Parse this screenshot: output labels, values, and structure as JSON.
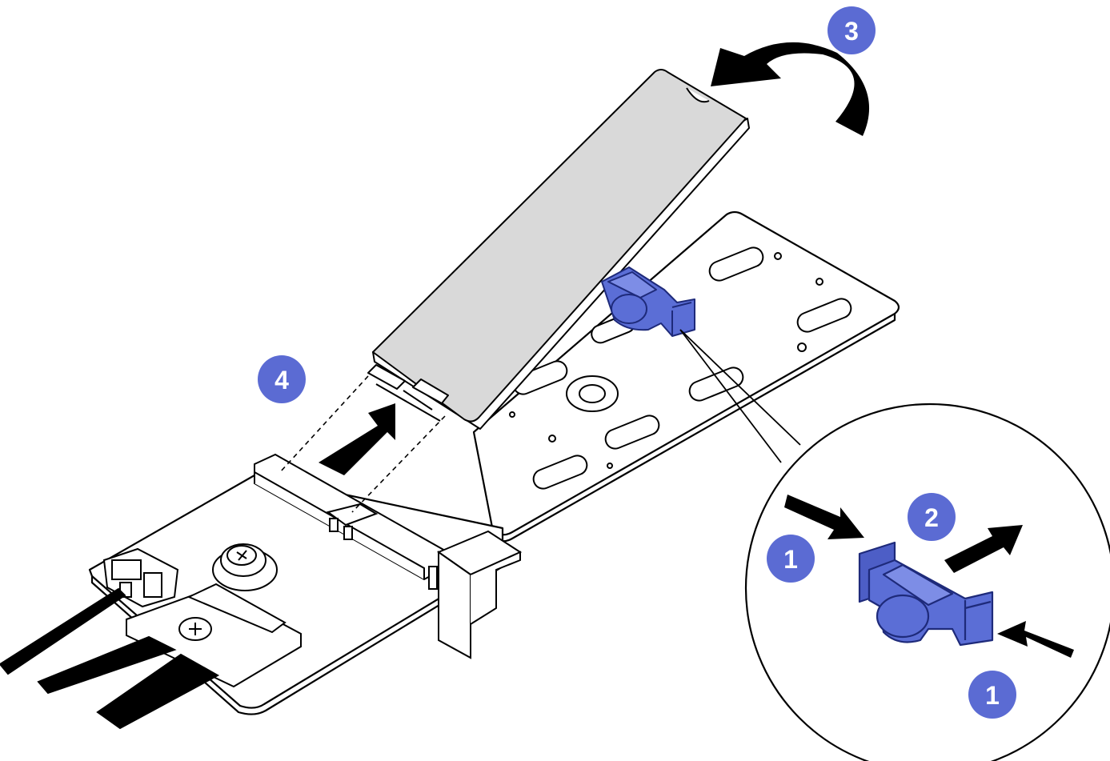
{
  "colors": {
    "step_badge": "#5b6bd3",
    "latch_blue": "#5b6ed6",
    "latch_outline": "#1e2a7a",
    "drive_gray": "#d9d9d9",
    "board_white": "#ffffff",
    "line_black": "#000000"
  },
  "steps": [
    {
      "label": "1"
    },
    {
      "label": "1"
    },
    {
      "label": "2"
    },
    {
      "label": "3"
    },
    {
      "label": "4"
    }
  ],
  "icons": {
    "rotate_arrow": "curved-arrow-icon",
    "push_arrow": "straight-arrow-icon",
    "slide_arrow": "straight-arrow-icon"
  }
}
